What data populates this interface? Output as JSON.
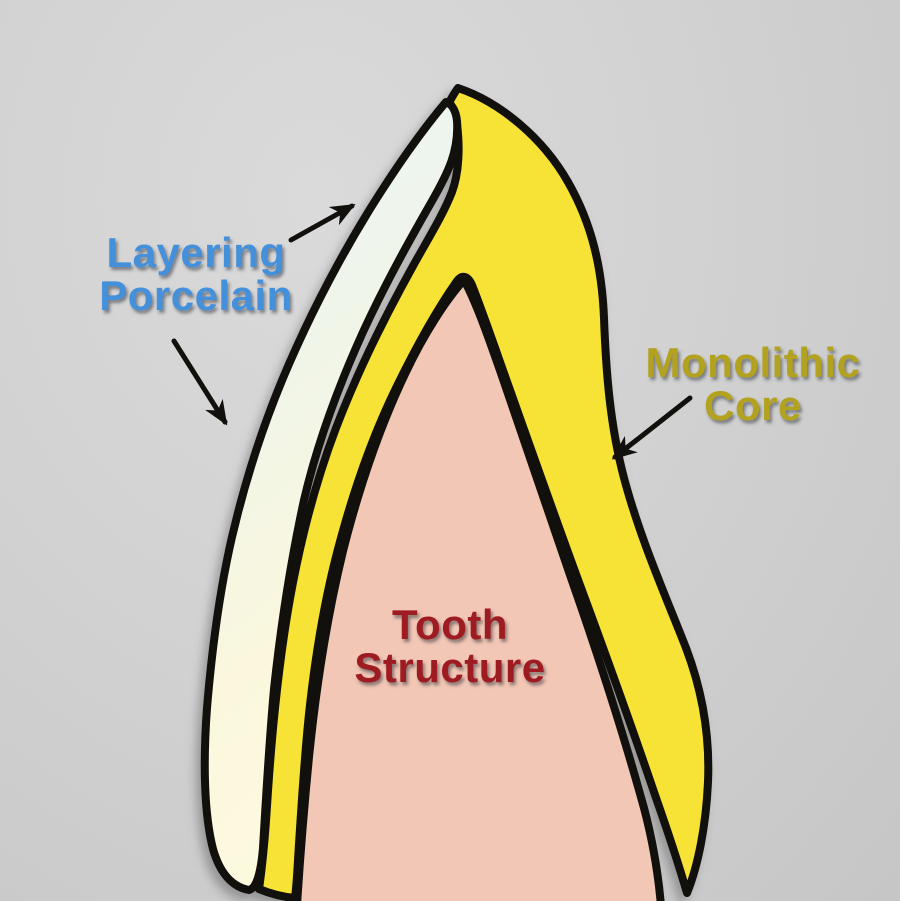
{
  "diagram": {
    "labels": {
      "layering_porcelain": {
        "line1": "Layering",
        "line2": "Porcelain",
        "color": "#4590da"
      },
      "monolithic_core": {
        "line1": "Monolithic",
        "line2": "Core",
        "color": "#b2a21f"
      },
      "tooth_structure": {
        "line1": "Tooth",
        "line2": "Structure",
        "color": "#9e1b22"
      }
    },
    "colors": {
      "background": "#d2d2d2",
      "core_yellow": "#f7e236",
      "tooth_pink": "#f3c7b5",
      "porcelain_top": "#eaf6fb",
      "porcelain_mid": "#f0f5e9",
      "porcelain_low": "#faf7dd",
      "porcelain_bottom": "#fdfade",
      "outline": "#12100c"
    }
  }
}
